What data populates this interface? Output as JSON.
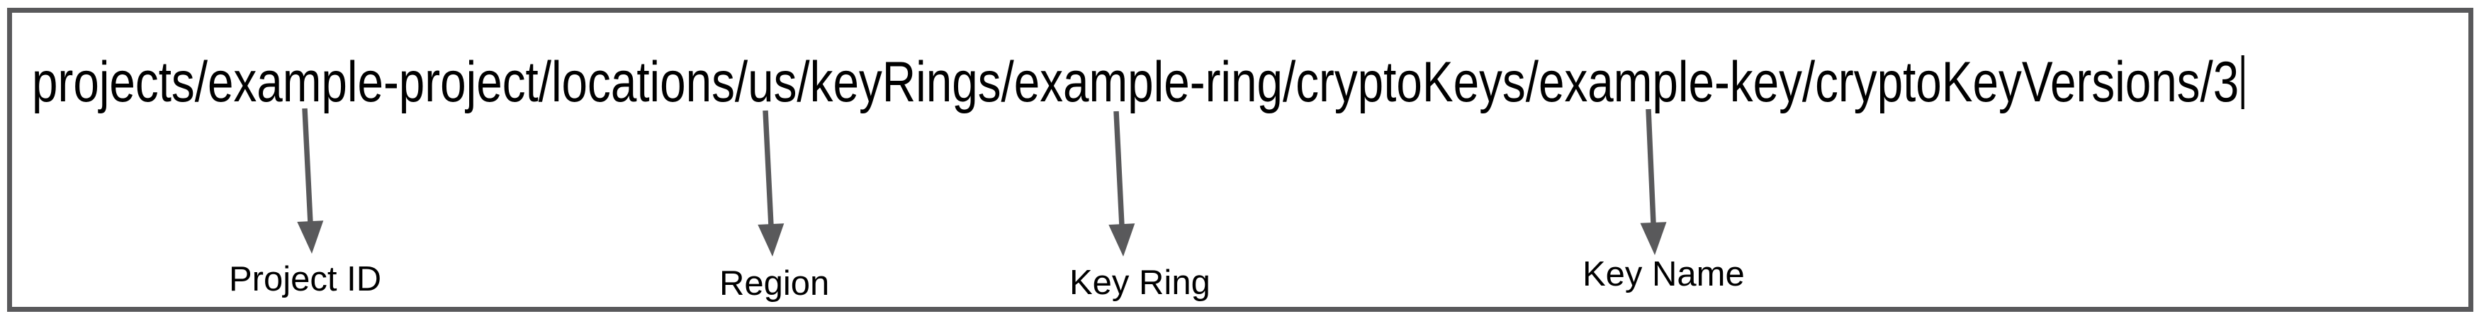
{
  "resource_field": {
    "value": "projects/example-project/locations/us/keyRings/example-ring/cryptoKeys/example-key/cryptoKeyVersions/3",
    "caret_visible": true
  },
  "annotations": [
    {
      "label": "Project ID",
      "points_to": "example-project"
    },
    {
      "label": "Region",
      "points_to": "us"
    },
    {
      "label": "Key Ring",
      "points_to": "example-ring"
    },
    {
      "label": "Key Name",
      "points_to": "example-key"
    }
  ],
  "colors": {
    "arrow": "#59595b",
    "border": "#59595b",
    "text": "#000000"
  }
}
